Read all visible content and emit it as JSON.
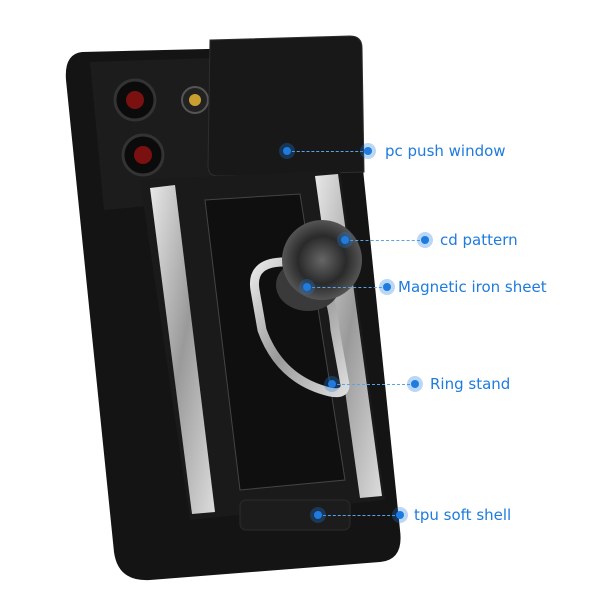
{
  "accent_color": "#1e7be0",
  "callouts": [
    {
      "id": "pc-push-window",
      "text": "pc push window"
    },
    {
      "id": "cd-pattern",
      "text": "cd pattern"
    },
    {
      "id": "magnetic-iron-sheet",
      "text": "Magnetic iron sheet"
    },
    {
      "id": "ring-stand",
      "text": "Ring stand"
    },
    {
      "id": "tpu-soft-shell",
      "text": "tpu soft shell"
    }
  ]
}
